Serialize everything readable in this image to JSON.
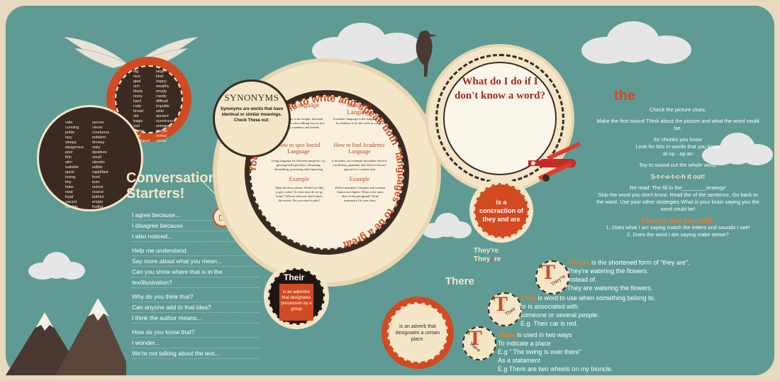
{
  "synonyms": {
    "title": "SYNONYMS",
    "desc": "Synonyms are words that have identical or similar moanings. Check These out:"
  },
  "syn_red_words": {
    "left": [
      "big",
      "nice",
      "glad",
      "rich",
      "blank",
      "noisy",
      "hard",
      "rude",
      "broad",
      "old",
      "tragic",
      "sad",
      "center",
      "cool",
      "intelligent"
    ],
    "right": [
      "large",
      "kind",
      "happy",
      "wealthy",
      "empty",
      "rowdy",
      "difficult",
      "impolite",
      "wide",
      "ancient",
      "scentrous",
      "unhappy",
      "middle",
      "verbal",
      "clever"
    ]
  },
  "syn_dark_words": {
    "left": [
      "safe",
      "cunning",
      "polite",
      "lazy",
      "sleepy",
      "dangerous",
      "poor",
      "thin",
      "slim",
      "suitable",
      "quick",
      "loving",
      "tiny",
      "false",
      "neat",
      "loyal",
      "vacant",
      "horrible"
    ],
    "right": [
      "secure",
      "clever",
      "courteous",
      "indolent",
      "drowsy",
      "risky",
      "destitute",
      "small",
      "slender",
      "edible",
      "rapid/fast",
      "fond",
      "lean",
      "untrue",
      "scarce",
      "faithful",
      "empty",
      "fruitful"
    ]
  },
  "conversation": {
    "title": "Conversation",
    "title2": "Starters!",
    "items": [
      "I agree because...",
      "I disagree because",
      "I also noticed...",
      "Help me understand.",
      "Say more about what you mean...",
      "Can you show where that is in the",
      "tex/illustration?",
      "Why do you think that?",
      "Can anyone add to that idea?",
      "I think the author means...",
      "How do you know that?",
      "I wonder...",
      "We're not talking about the text..."
    ]
  },
  "languages": {
    "arc_top": "You must be able to write and speak both \"languages\" to be a great communicator.",
    "social_title": "Social Language",
    "social_text": "Social language is the simple, informal language we use when talking face to face with family members and friends",
    "academic_title": "Academic Language",
    "academic_text": "Academic language is the language needed by students to do the work in schools.",
    "spot_title": "How to spot Social Language",
    "spot_text": "Using language for different purposes, e.g. greeting hello/goodbye, informing, demanding, promising and requesting",
    "find_title": "How to find Academic Language",
    "find_text": "It includes, for example, discipline-specific vocabulary, grammar and devices that are typical for a content area",
    "example1_title": "Example",
    "example1_text": "Open the door, please. Would you like to get a coke? At what time do we go home? Tell me what you liked about the movie. Do you want to play?",
    "example2_title": "Example",
    "example2_text": "Define mammal. Compare and contrast Saturn and Jupiter. What is the main idea of this paragraph? Write asummary for your story."
  },
  "what_do": {
    "title": "What do I do if I don't know a word?"
  },
  "strategies": {
    "the": "the",
    "lines": [
      "Check the picture clues.",
      "Make the first sound Think about the picture and what the word could be.",
      "for chunks you know",
      "Look for bits in words that you know",
      "at op - ap an",
      "Toy to sound out the whole word.",
      "S-t-r-e-t-c-h it out!",
      "Re-read: The fill in the________strategy!",
      "Skip the word you don't know. Read the of the sentence. Go back to the word. Use your other strategies What is your brain saying you the word could be!",
      "Always ask yourself:",
      "1. Does what I am saying match the letters and sounds I see!",
      "2. Does the word I am saying make sense?"
    ]
  },
  "homophones": {
    "concraction": "is a concraction of they and are",
    "theyre": "They're",
    "theyre_split": [
      "They",
      "c",
      "re"
    ],
    "there": "There",
    "their_title": "Their",
    "their_desc": "is an adjective that designates possession by a group",
    "adverb_desc": "is an adverb that designates a certain place.",
    "t_letter": "T",
    "t_badge1": "They're",
    "t_badge2": "Their",
    "t_badge3": "There",
    "theyre_def": [
      "They're is the shortened form of \"they are\".",
      "They're watering the flowers.",
      "instead of.",
      "They are watering the flowers."
    ],
    "their_def": [
      "Their is word to use when something belong to,",
      "or is associated with",
      "someone or several people.",
      "E.g. Their car is red."
    ],
    "there_def": [
      "There is used in two ways",
      "To indicate a place",
      "E.g \" The swing is over there\"",
      "As a statament",
      "E.g There are two wheels on my bioncle."
    ]
  },
  "colors": {
    "background": "#5f9b94",
    "cream": "#f5e6c8",
    "orange": "#f07a2a",
    "red": "#d24a22",
    "dark": "#3a2a22"
  }
}
